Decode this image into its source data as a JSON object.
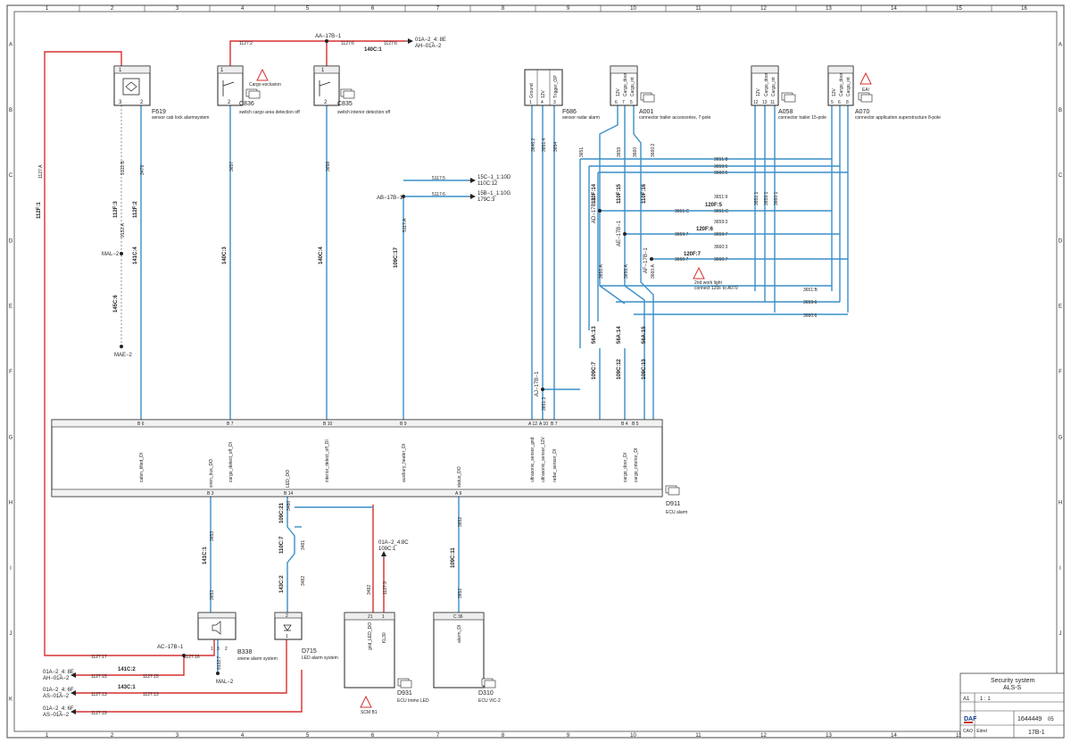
{
  "grid": {
    "cols": [
      "1",
      "2",
      "3",
      "4",
      "5",
      "6",
      "7",
      "8",
      "9",
      "10",
      "11",
      "12",
      "13",
      "14",
      "15",
      "16"
    ],
    "rows": [
      "A",
      "B",
      "C",
      "D",
      "E",
      "F",
      "G",
      "H",
      "I",
      "J",
      "K"
    ]
  },
  "components": {
    "F619": {
      "id": "F619",
      "desc": "sensor cab lock alarmsystem",
      "pins": [
        "1",
        "3",
        "2"
      ]
    },
    "C836": {
      "id": "C836",
      "desc": "switch cargo area detection off",
      "warn": "Cargo exclusion",
      "pins": [
        "1",
        "2"
      ]
    },
    "C835": {
      "id": "C835",
      "desc": "switch interior detection off",
      "pins": [
        "1",
        "2"
      ]
    },
    "F686": {
      "id": "F686",
      "desc": "sensor radar alarm",
      "labels": [
        "Ground",
        "12V",
        "Trigger_OP"
      ],
      "pins": [
        "1",
        "4",
        "3"
      ]
    },
    "A001": {
      "id": "A001",
      "desc": "connector trailer accessories, 7-pole",
      "labels": [
        "12V",
        "Cargo_door",
        "Cargo_int"
      ],
      "pins": [
        "6",
        "7",
        "5"
      ]
    },
    "A058": {
      "id": "A058",
      "desc": "connector trailer 15-pole",
      "labels": [
        "12V",
        "Cargo_door",
        "Cargo_int"
      ],
      "pins": [
        "12",
        "13",
        "11"
      ]
    },
    "A070": {
      "id": "A070",
      "desc": "connector application superstructure 8-pole",
      "labels": [
        "12V",
        "Cargo_door",
        "Cargo_int"
      ],
      "pins": [
        "5",
        "6",
        "8"
      ],
      "warn": "EA!"
    },
    "D911": {
      "id": "D911",
      "desc": "ECU alarm"
    },
    "B338": {
      "id": "B338",
      "desc": "sirene alarm system",
      "pins": [
        "1",
        "3",
        "2"
      ]
    },
    "D715": {
      "id": "D715",
      "desc": "LED alarm system",
      "pins": [
        "2",
        "1"
      ]
    },
    "D931": {
      "id": "D931",
      "desc": "ECU Immo LED",
      "labels": [
        "gnd_LED_DO",
        "KL30"
      ],
      "pins": [
        "21",
        "1"
      ]
    },
    "D310": {
      "id": "D310",
      "desc": "ECU VIC-2",
      "labels": [
        "alarm_DI"
      ],
      "pins": [
        "C 36"
      ]
    }
  },
  "ecu_top_pins": [
    {
      "pin": "B 6",
      "sig": "cabin_tilted_DI"
    },
    {
      "pin": "B 7",
      "sig": "cargo_detect_off_DI"
    },
    {
      "pin": "B 10",
      "sig": "interior_detect_off_DI"
    },
    {
      "pin": "B 9",
      "sig": "auxiliary_heater_DI"
    },
    {
      "pin": "A 12",
      "sig": "ultrasonic_sensor_gnd"
    },
    {
      "pin": "A 10",
      "sig": "ultrasonic_sensor_12V"
    },
    {
      "pin": "B 7",
      "sig": "radar_sensor_DI"
    },
    {
      "pin": "B 4",
      "sig": "cargo_door_DI"
    },
    {
      "pin": "B 5",
      "sig": "cargo_interior_DI"
    }
  ],
  "ecu_bottom_pins": [
    {
      "pin": "B 3",
      "sig": "siren_bus_DO"
    },
    {
      "pin": "B 14",
      "sig": "LED_DO"
    },
    {
      "pin": "A 9",
      "sig": "status_DO"
    }
  ],
  "wires": {
    "w1127A": "1127:A",
    "w112F1": "112F:1",
    "w9132B": "9132:B",
    "w112F3": "112F:3",
    "w112F2": "112F:2",
    "w3479": "3479",
    "w9132A": "9132:A",
    "w141C4": "141C:4",
    "w145C6": "145C:6",
    "w1127_2": "1127:2",
    "w3657": "3657",
    "w140C3": "140C:3",
    "w1127_6": "1127:6",
    "w3658": "3658",
    "w140C4": "140C:4",
    "w5117_5": "5117:5",
    "w5117_6": "5117:6",
    "w5117A": "5117:A",
    "w109C17": "109C:17",
    "w3646": "3646:2",
    "w3651_4": "3651:4",
    "w3654": "3654",
    "w3651_3": "3651:3",
    "w3651": "3651",
    "w3659": "3659",
    "w3660": "3660",
    "w3660_2": "3660:2",
    "w3651_8": "3651:8",
    "w3659_5": "3659:5",
    "w3660_5": "3660:5",
    "w3651_9": "3651:9",
    "w3651C": "3651:C",
    "w3659_3": "3659:3",
    "w3659_7": "3659:7",
    "w3660_3": "3660:3",
    "w3660_7": "3660:7",
    "w3651B": "3651:B",
    "w3659_6": "3659:6",
    "w3660_6": "3660:6",
    "w3651_1": "3651:1",
    "w3659_1": "3659:1",
    "w3660_1": "3660:1",
    "w110F14": "110F:14",
    "w110F15": "110F:15",
    "w110F16": "110F:16",
    "w120F5": "120F:5",
    "w120F6": "120F:6",
    "w120F7": "120F:7",
    "w56A13": "56A:13",
    "w56A14": "56A:14",
    "w56A15": "56A:15",
    "w109C7": "109C:7",
    "w109C12": "109C:12",
    "w109C13": "109C:13",
    "w3651A": "3651:A",
    "w3659A": "3659:A",
    "w3660A": "3660:A",
    "w3651_2": "3651:2",
    "w3653": "3653",
    "w141C1": "141C:1",
    "w9132_7": "9132:7",
    "w3480": "3480",
    "w3481": "3481",
    "w109C21": "109C:21",
    "w110C7": "110C:7",
    "w143C2": "143C:2",
    "w3482": "3482",
    "w1127_9": "1127:9",
    "w3652": "3652",
    "w109C11": "109C:11",
    "w1127_17": "1127:17",
    "w1127_16": "1127:16",
    "w1127_15": "1127:15",
    "w1127_13": "1127:13",
    "w1127_19": "1127:19",
    "w141C2": "141C:2",
    "w143C1": "143C:1",
    "w140C1": "140C:1"
  },
  "nodes": {
    "AA": "AA−17B−1",
    "AB": "AB−17B−1",
    "AC": "AC−17B−1",
    "AD": "AD−17B−1",
    "AE": "AE−17B−1",
    "AF": "AF−17B−1",
    "AJ": "AJ−17B−1",
    "MAL2": "MAL−2",
    "MAE2": "MAE−2",
    "MAL2b": "MAL−2"
  },
  "refs": {
    "r1": "01A−2_4: 8E",
    "r1b": "AH−01A−2",
    "r2": "15C−1_1:10D",
    "r2b": "110C:12",
    "r3": "15B−1_1:10G",
    "r3b": "179C:3",
    "r4": "01A−2_4:8C",
    "r4b": "109C:1",
    "r5": "01A−2_4: 8E",
    "r5b": "AH−01A−2",
    "r6": "01A−2_4: 6F",
    "r6b": "AS−01A−2",
    "r7": "01A−2_4: 6F",
    "r7b": "AS−01A−2"
  },
  "notes": {
    "worklight": "2nd work light",
    "worklight2": "connect 120F to A070",
    "scm": "SCM B1"
  },
  "titleblock": {
    "title": "Security system",
    "subtitle": "ALS-S",
    "sheet": "A1",
    "scale": "1 : 1",
    "brand": "DAF",
    "docno": "1644449",
    "rev": "05",
    "page": "17B-1",
    "cao": "CAO - Edrel"
  },
  "colors": {
    "red": "#d63030",
    "blue": "#3a8fc8",
    "black": "#222222"
  }
}
